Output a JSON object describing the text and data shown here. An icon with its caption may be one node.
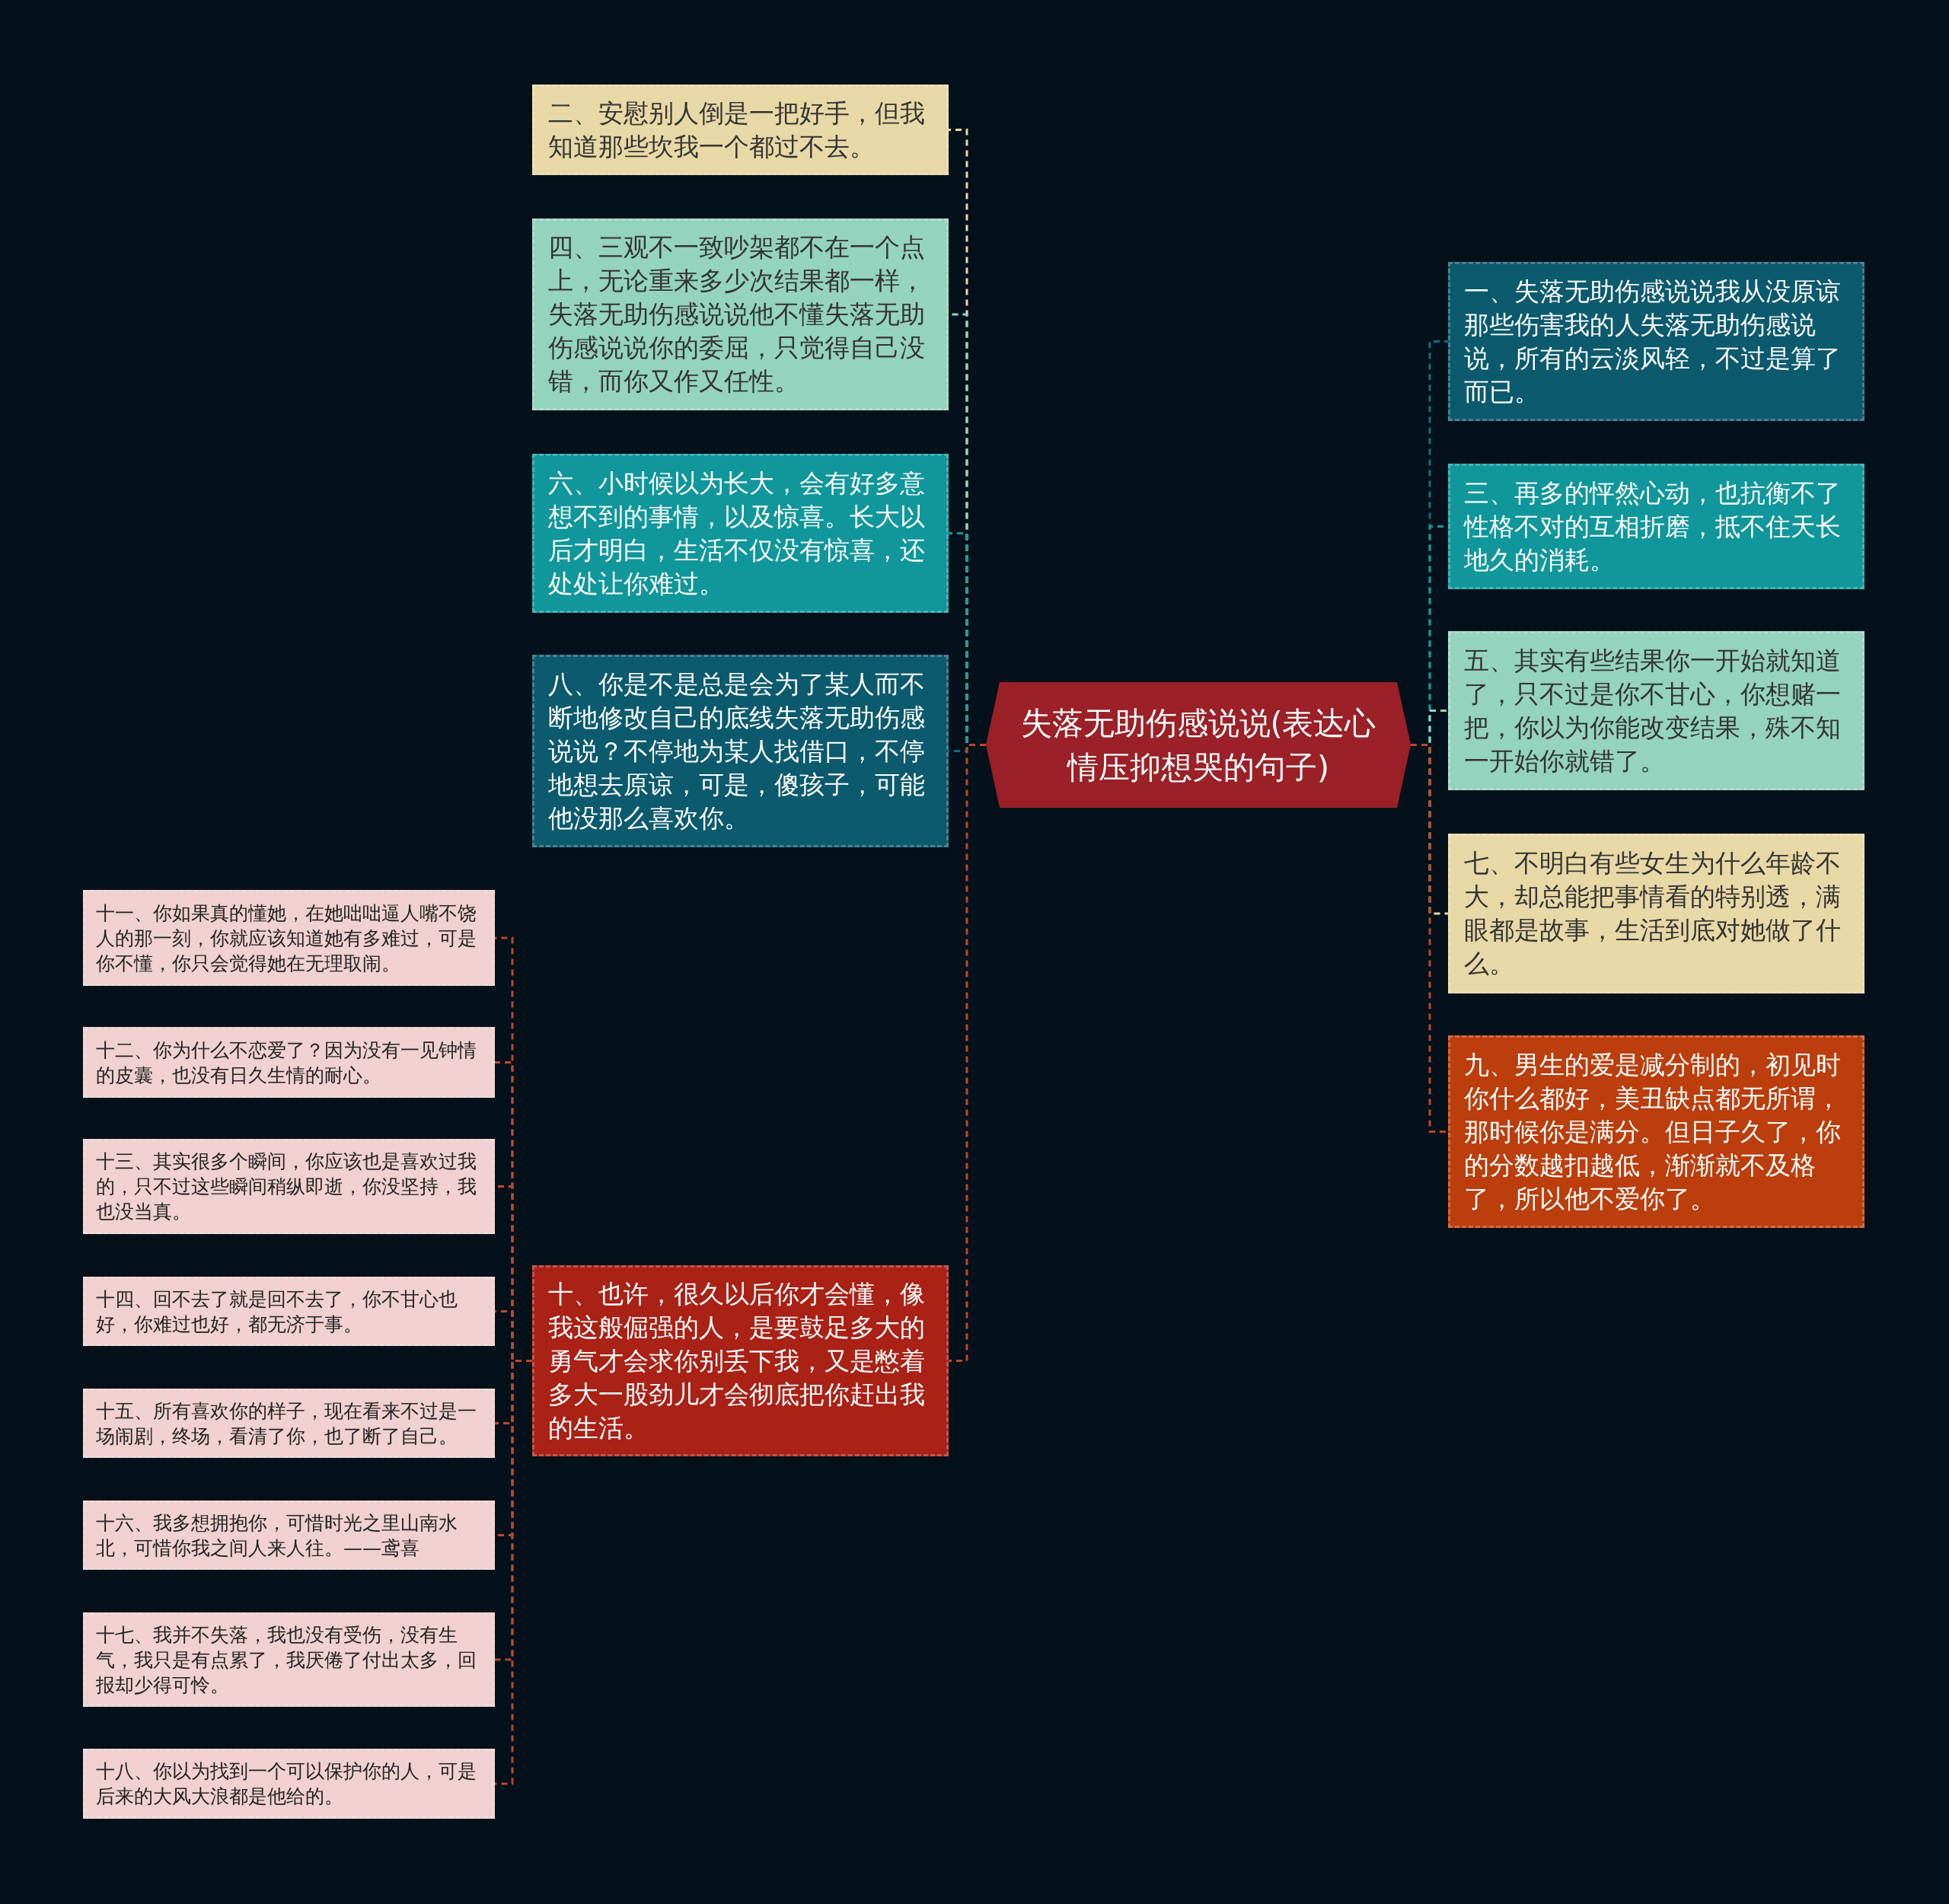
{
  "diagram": {
    "nodes": [
      {
        "text": [
          "失落无助伤感说说(表达心情压抑想哭的句子)"
        ]
      },
      {
        "text": [
          "一、失落无助伤感说说我从没原谅那些伤害我的人失落无助伤感说说，所有的云淡风轻，不过是算了而已。"
        ]
      },
      {
        "text": [
          "二、安慰别人倒是一把好手，但我知道那些坎我一个都过不去。"
        ]
      },
      {
        "text": [
          "三、再多的怦然心动，也抗衡不了性格不对的互相折磨，抵不住天长地久的消耗。"
        ]
      },
      {
        "text": [
          "四、三观不一致吵架都不在一个点上，无论重来多少次结果都一样，失落无助伤感说说他不懂失落无助伤感说说你的委屈，只觉得自己没错，而你又作又任性。"
        ]
      },
      {
        "text": [
          "五、其实有些结果你一开始就知道了，只不过是你不甘心，你想赌一把，你以为你能改变结果，殊不知一开始你就错了。"
        ]
      },
      {
        "text": [
          "六、小时候以为长大，会有好多意想不到的事情，以及惊喜。长大以后才明白，生活不仅没有惊喜，还处处让你难过。"
        ]
      },
      {
        "text": [
          "七、不明白有些女生为什么年龄不大，却总能把事情看的特别透，满眼都是故事，生活到底对她做了什么。"
        ]
      },
      {
        "text": [
          "八、你是不是总是会为了某人而不断地修改自己的底线失落无助伤感说说？不停地为某人找借口，不停地想去原谅，可是，傻孩子，可能他没那么喜欢你。"
        ]
      },
      {
        "text": [
          "九、男生的爱是减分制的，初见时你什么都好，美丑缺点都无所谓，那时候你是满分。但日子久了，你的分数越扣越低，渐渐就不及格了，所以他不爱你了。"
        ]
      },
      {
        "text": [
          "十、也许，很久以后你才会懂，像我这般倔强的人，是要鼓足多大的勇气才会求你别丢下我，又是憋着多大一股劲儿才会彻底把你赶出我的生活。"
        ]
      },
      {
        "text": [
          "十一、你如果真的懂她，在她咄咄逼人嘴不饶人的那一刻，你就应该知道她有多难过，可是你不懂，你只会觉得她在无理取闹。"
        ]
      },
      {
        "text": [
          "十二、你为什么不恋爱了？因为没有一见钟情的皮囊，也没有日久生情的耐心。"
        ]
      },
      {
        "text": [
          "十三、其实很多个瞬间，你应该也是喜欢过我的，只不过这些瞬间稍纵即逝，你没坚持，我也没当真。"
        ]
      },
      {
        "text": [
          "十四、回不去了就是回不去了，你不甘心也好，你难过也好，都无济于事。"
        ]
      },
      {
        "text": [
          "十五、所有喜欢你的样子，现在看来不过是一场闹剧，终场，看清了你，也了断了自己。"
        ]
      },
      {
        "text": [
          "十六、我多想拥抱你，可惜时光之里山南水北，可惜你我之间人来人往。——鸢喜"
        ]
      },
      {
        "text": [
          "十七、我并不失落，我也没有受伤，没有生气，我只是有点累了，我厌倦了付出太多，回报却少得可怜。"
        ]
      },
      {
        "text": [
          "十八、你以为找到一个可以保护你的人，可是后来的大风大浪都是他给的。"
        ]
      }
    ],
    "edges": [
      {
        "from": 0,
        "to": 1,
        "arrow": "none",
        "style": "dashed",
        "color": "#0e6f86"
      },
      {
        "from": 0,
        "to": 2,
        "arrow": "none",
        "style": "dashed",
        "color": "#e8d8a6"
      },
      {
        "from": 0,
        "to": 3,
        "arrow": "none",
        "style": "dashed",
        "color": "#10979b"
      },
      {
        "from": 0,
        "to": 4,
        "arrow": "none",
        "style": "dashed",
        "color": "#94d3bd"
      },
      {
        "from": 0,
        "to": 5,
        "arrow": "none",
        "style": "dashed",
        "color": "#94d3bd"
      },
      {
        "from": 0,
        "to": 6,
        "arrow": "none",
        "style": "dashed",
        "color": "#10979b"
      },
      {
        "from": 0,
        "to": 7,
        "arrow": "none",
        "style": "dashed",
        "color": "#e8d8a6"
      },
      {
        "from": 0,
        "to": 8,
        "arrow": "none",
        "style": "dashed",
        "color": "#0e6f86"
      },
      {
        "from": 0,
        "to": 9,
        "arrow": "none",
        "style": "dashed"
      },
      {
        "from": 0,
        "to": 10,
        "arrow": "none",
        "style": "dashed"
      },
      {
        "from": 10,
        "to": 11,
        "arrow": "none",
        "style": "dashed"
      },
      {
        "from": 10,
        "to": 12,
        "arrow": "none",
        "style": "dashed"
      },
      {
        "from": 10,
        "to": 13,
        "arrow": "none",
        "style": "dashed"
      },
      {
        "from": 10,
        "to": 14,
        "arrow": "none",
        "style": "dashed"
      },
      {
        "from": 10,
        "to": 15,
        "arrow": "none",
        "style": "dashed"
      },
      {
        "from": 10,
        "to": 16,
        "arrow": "none",
        "style": "dashed"
      },
      {
        "from": 10,
        "to": 17,
        "arrow": "none",
        "style": "dashed"
      },
      {
        "from": 10,
        "to": 18,
        "arrow": "none",
        "style": "dashed"
      }
    ]
  }
}
